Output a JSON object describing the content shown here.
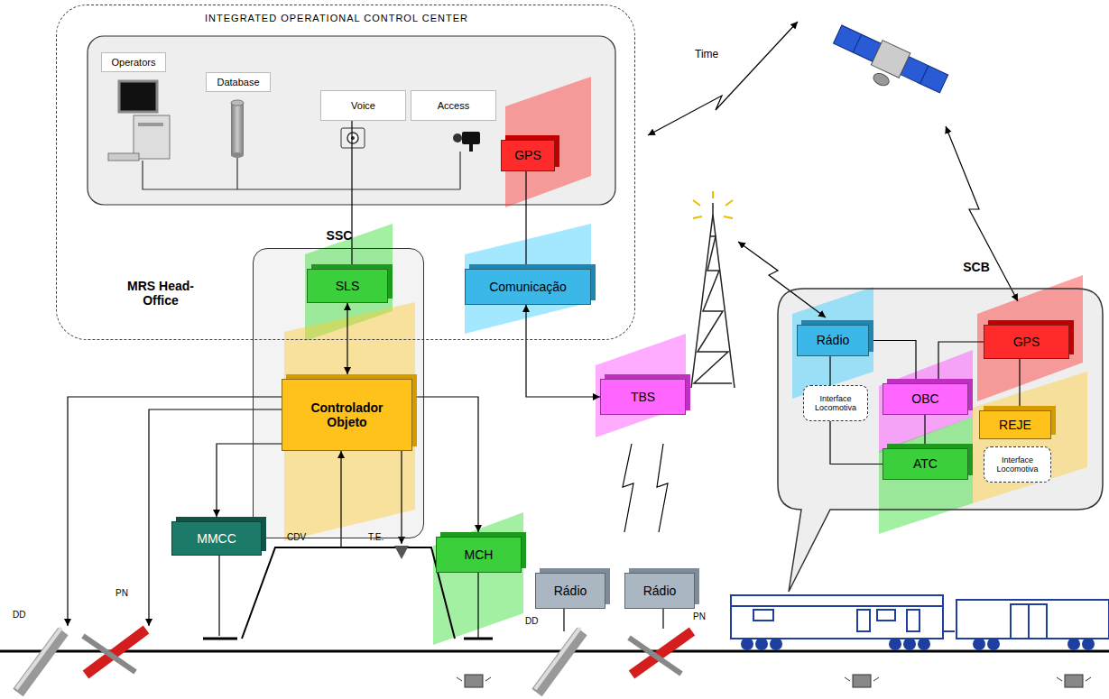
{
  "diagram": {
    "nodes": [
      {
        "text": [
          "INTEGRATED OPERATIONAL CONTROL CENTER",
          "MRS Head-Office"
        ]
      },
      {
        "text": [
          "Operators"
        ],
        "in": 0
      },
      {
        "text": [
          "Database"
        ],
        "in": 0
      },
      {
        "text": [
          "Voice"
        ],
        "in": 0
      },
      {
        "text": [
          "Access"
        ],
        "in": 0
      },
      {
        "text": [
          "GPS"
        ],
        "in": 0
      },
      {
        "text": [
          "Comunicação"
        ],
        "in": 0
      },
      {
        "text": [
          "SSC"
        ]
      },
      {
        "text": [
          "SLS"
        ],
        "in": 7
      },
      {
        "text": [
          "Controlador Objeto"
        ],
        "in": 7
      },
      {
        "text": [
          "TBS"
        ]
      },
      {
        "text": [
          "SCB"
        ]
      },
      {
        "text": [
          "Rádio"
        ],
        "in": 11
      },
      {
        "text": [
          "GPS"
        ],
        "in": 11
      },
      {
        "text": [
          "Interface Locomotiva"
        ],
        "in": 11
      },
      {
        "text": [
          "OBC"
        ],
        "in": 11
      },
      {
        "text": [
          "REJE"
        ],
        "in": 11
      },
      {
        "text": [
          "ATC"
        ],
        "in": 11
      },
      {
        "text": [
          "Interface Locomotiva"
        ],
        "in": 11
      },
      {
        "text": [
          "MMCC"
        ]
      },
      {
        "text": [
          "MCH"
        ]
      },
      {
        "text": [
          "Rádio"
        ]
      },
      {
        "text": [
          "Rádio"
        ]
      }
    ],
    "edges": [
      {
        "from": 8,
        "to": 9,
        "arrow": "both"
      },
      {
        "from": 3,
        "to": 8,
        "arrow": "none"
      },
      {
        "from": 6,
        "to": 5,
        "arrow": "none"
      },
      {
        "from": 6,
        "to": 10,
        "arrow": "both"
      },
      {
        "from": 9,
        "to": 19,
        "arrow": "to"
      },
      {
        "from": 9,
        "to": 20,
        "arrow": "to"
      },
      {
        "from": 12,
        "to": 15,
        "arrow": "none"
      },
      {
        "from": 13,
        "to": 15,
        "arrow": "none"
      },
      {
        "from": 15,
        "to": 17,
        "arrow": "none"
      },
      {
        "from": 12,
        "to": 14,
        "arrow": "none"
      },
      {
        "from": 14,
        "to": 17,
        "arrow": "none"
      },
      {
        "from": 13,
        "to": 16,
        "arrow": "none"
      }
    ],
    "labels": [
      "Time",
      "CDV",
      "T.E.",
      "DD",
      "PN",
      "DD",
      "PN"
    ]
  }
}
